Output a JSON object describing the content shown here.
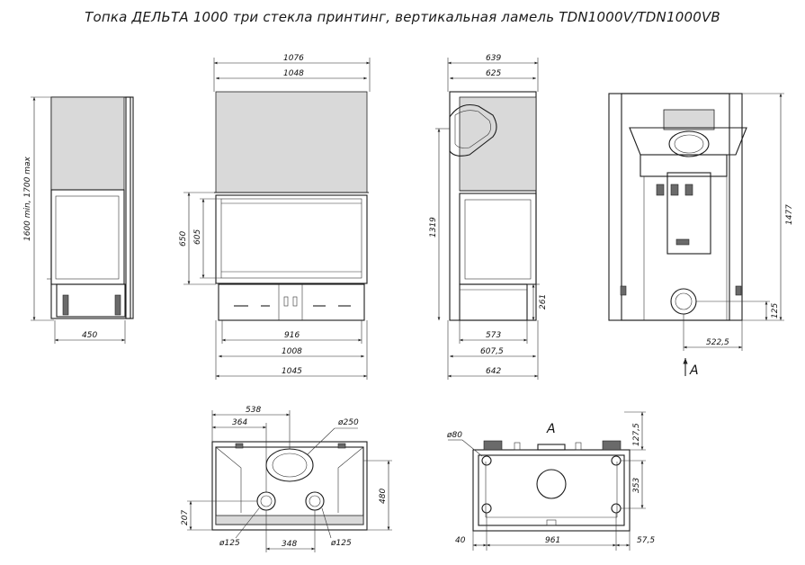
{
  "title": "Топка ДЕЛЬТА 1000 три стекла принтинг, вертикальная ламель TDN1000V/TDN1000VB",
  "side_view": {
    "height_label": "1600 min, 1700 max",
    "depth_label": "450"
  },
  "front_view": {
    "top_outer": "1076",
    "top_inner": "1048",
    "height_650": "650",
    "height_605": "605",
    "w_916": "916",
    "w_1008": "1008",
    "w_1045": "1045"
  },
  "profile_view": {
    "top_outer": "639",
    "top_inner": "625",
    "height": "1319",
    "right_261": "261",
    "w_573": "573",
    "w_6075": "607,5",
    "w_642": "642"
  },
  "rear_view": {
    "height": "1477",
    "h_125": "125",
    "w_5225": "522,5",
    "arrow_label": "A"
  },
  "top_plan": {
    "w_538": "538",
    "w_364": "364",
    "d_250": "ø250",
    "h_480": "480",
    "h_207": "207",
    "d_125_left": "ø125",
    "w_348": "348",
    "d_125_right": "ø125"
  },
  "view_a": {
    "label": "A",
    "d_80": "ø80",
    "h_1275": "127,5",
    "h_353": "353",
    "w_40": "40",
    "w_961": "961",
    "w_575": "57,5"
  }
}
